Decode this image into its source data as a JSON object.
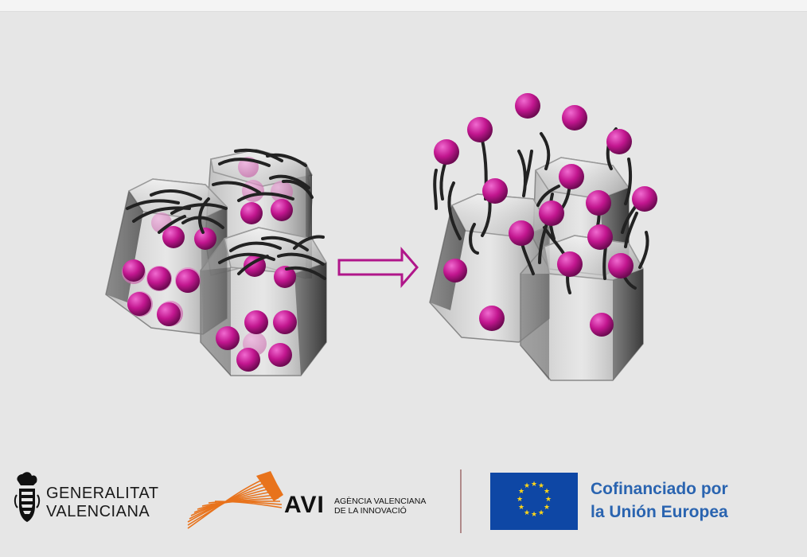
{
  "logos": {
    "generalitat": {
      "line1": "GENERALITAT",
      "line2": "VALENCIANA"
    },
    "avi": {
      "acronym": "AVI",
      "line1": "AGÈNCIA VALENCIANA",
      "line2": "DE LA INNOVACIÓ",
      "accent_color": "#e8731c"
    },
    "eu": {
      "line1": "Cofinanciado por",
      "line2": "la Unión Europea",
      "flag_color": "#0e47a5",
      "star_color": "#ffd617",
      "text_color": "#2a64b0"
    }
  },
  "diagram": {
    "sphere_color": "#c2168f",
    "arrow_color": "#b0168a",
    "arrow_icon": "right-arrow-icon",
    "chain_color": "#222222"
  }
}
